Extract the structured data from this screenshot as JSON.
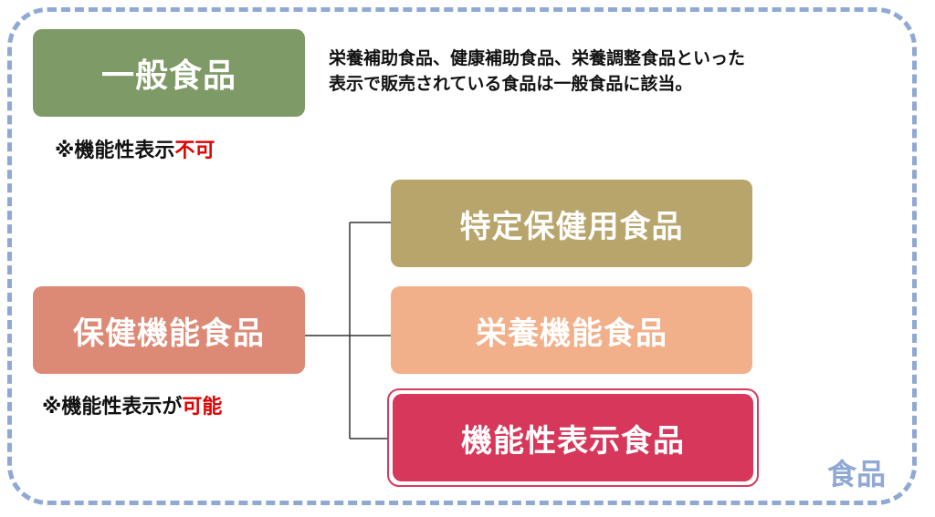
{
  "general_food": {
    "label": "一般食品",
    "description_line1": "栄養補助食品、健康補助食品、栄養調整食品といった",
    "description_line2": "表示で販売されている食品は一般食品に該当。",
    "note_prefix": "※機能性表示",
    "note_emphasis": "不可"
  },
  "health_food": {
    "label": "保健機能食品",
    "note_prefix": "※機能性表示が",
    "note_emphasis": "可能",
    "categories": [
      {
        "label": "特定保健用食品"
      },
      {
        "label": "栄養機能食品"
      },
      {
        "label": "機能性表示食品"
      }
    ]
  },
  "corner_label": "食品",
  "colors": {
    "general": "#7e9a66",
    "health": "#dc8a76",
    "fosu": "#b8a56c",
    "fnfc": "#f2b08a",
    "ffc": "#d6375a",
    "frame": "#8fa9d4",
    "emphasis": "#e00000"
  }
}
